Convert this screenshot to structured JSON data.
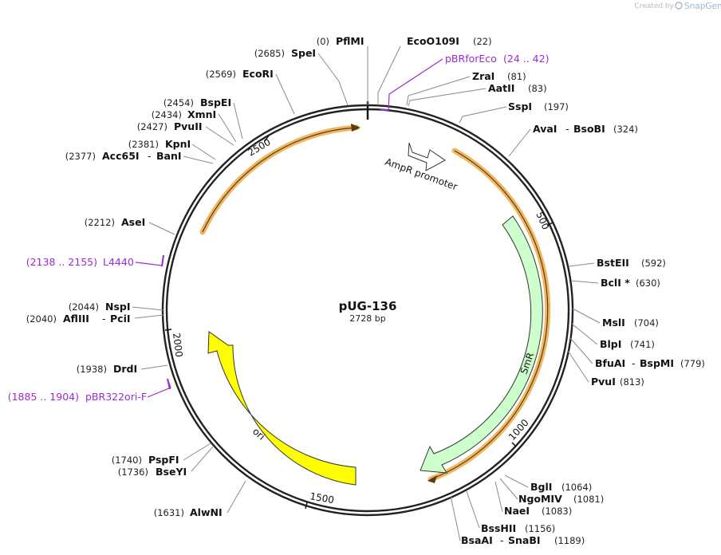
{
  "watermark": {
    "prefix": "Created by",
    "brand": "SnapGene"
  },
  "plasmid": {
    "name": "pUG-136",
    "length_label": "2728 bp",
    "length": 2728
  },
  "ruler_ticks": [
    "500",
    "1000",
    "1500",
    "2000",
    "2500"
  ],
  "features": [
    {
      "name": "AmpR promoter",
      "label": "AmpR promoter",
      "color": "#ffffff"
    },
    {
      "name": "SmR",
      "label": "SmR",
      "color": "#ccffcc"
    },
    {
      "name": "ori",
      "label": "ori",
      "color": "#ffff00"
    },
    {
      "name": "orf-1",
      "label": "",
      "color": "#f0b760"
    },
    {
      "name": "orf-2",
      "label": "",
      "color": "#f0b760"
    }
  ],
  "sites": [
    {
      "pos": "(0)",
      "name": "PflMI"
    },
    {
      "pos": "(22)",
      "name": "EcoO109I"
    },
    {
      "pos": "(24 .. 42)",
      "name": "pBRforEco"
    },
    {
      "pos": "(81)",
      "name": "ZraI"
    },
    {
      "pos": "(83)",
      "name": "AatII"
    },
    {
      "pos": "(197)",
      "name": "SspI"
    },
    {
      "pos": "(324)",
      "name": "AvaI",
      "name2": "BsoBI"
    },
    {
      "pos": "(592)",
      "name": "BstEII"
    },
    {
      "pos": "(630)",
      "name": "BclI *"
    },
    {
      "pos": "(704)",
      "name": "MslI"
    },
    {
      "pos": "(741)",
      "name": "BlpI"
    },
    {
      "pos": "(779)",
      "name": "BfuAI",
      "name2": "BspMI"
    },
    {
      "pos": "(813)",
      "name": "PvuI"
    },
    {
      "pos": "(1064)",
      "name": "BglI"
    },
    {
      "pos": "(1081)",
      "name": "NgoMIV"
    },
    {
      "pos": "(1083)",
      "name": "NaeI"
    },
    {
      "pos": "(1156)",
      "name": "BssHII"
    },
    {
      "pos": "(1189)",
      "name": "BsaAI",
      "name2": "SnaBI"
    },
    {
      "pos": "(1631)",
      "name": "AlwNI"
    },
    {
      "pos": "(1736)",
      "name": "BseYI"
    },
    {
      "pos": "(1740)",
      "name": "PspFI"
    },
    {
      "pos": "(1885 .. 1904)",
      "name": "pBR322ori-F"
    },
    {
      "pos": "(1938)",
      "name": "DrdI"
    },
    {
      "pos": "(2040)",
      "name": "AflIII",
      "name2": "PciI"
    },
    {
      "pos": "(2044)",
      "name": "NspI"
    },
    {
      "pos": "(2138 .. 2155)",
      "name": "L4440"
    },
    {
      "pos": "(2212)",
      "name": "AseI"
    },
    {
      "pos": "(2377)",
      "name": "Acc65I",
      "name2": "BanI"
    },
    {
      "pos": "(2381)",
      "name": "KpnI"
    },
    {
      "pos": "(2427)",
      "name": "PvuII"
    },
    {
      "pos": "(2434)",
      "name": "XmnI"
    },
    {
      "pos": "(2454)",
      "name": "BspEI"
    },
    {
      "pos": "(2569)",
      "name": "EcoRI"
    },
    {
      "pos": "(2685)",
      "name": "SpeI"
    }
  ],
  "colors": {
    "backbone": "#222222",
    "primer": "#9a2bd3",
    "leader": "#8a8a8a",
    "orf": "#f0b760"
  }
}
